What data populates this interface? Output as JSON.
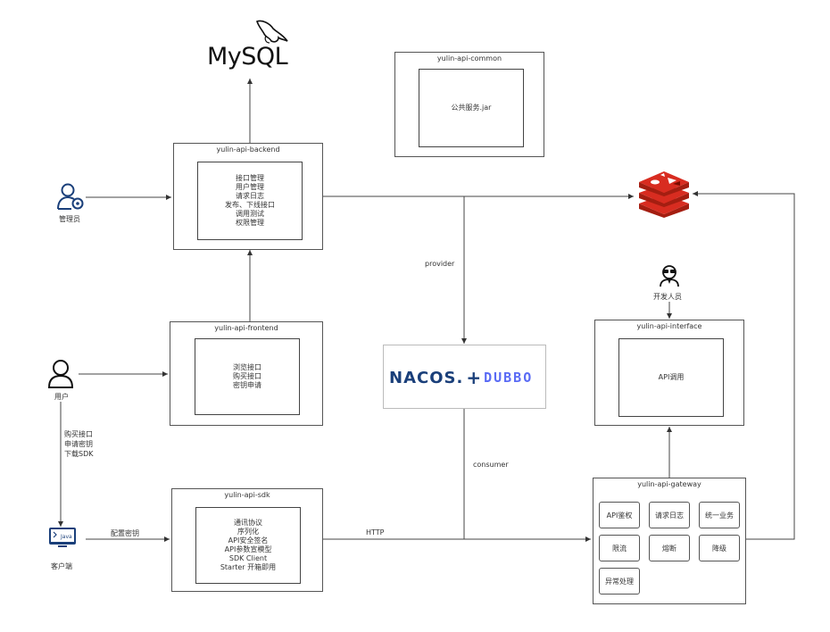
{
  "mysql_logo": {
    "text": "MySQL"
  },
  "common": {
    "title": "yulin-api-common",
    "items": [
      "公共服务.jar"
    ]
  },
  "backend": {
    "title": "yulin-api-backend",
    "items": [
      "接口管理",
      "用户管理",
      "请求日志",
      "发布、下线接口",
      "调用测试",
      "权限管理"
    ]
  },
  "frontend": {
    "title": "yulin-api-frontend",
    "items": [
      "浏览接口",
      "购买接口",
      "密钥申请"
    ]
  },
  "sdk": {
    "title": "yulin-api-sdk",
    "items": [
      "通讯协议",
      "序列化",
      "API安全签名",
      "API参数宣模型",
      "SDK Client",
      "Starter 开箱即用"
    ]
  },
  "interface": {
    "title": "yulin-api-interface",
    "items": [
      "API调用"
    ]
  },
  "gateway": {
    "title": "yulin-api-gateway",
    "chips": [
      "API鉴权",
      "请求日志",
      "统一业务",
      "限流",
      "熔断",
      "降级",
      "异常处理"
    ]
  },
  "nacos": {
    "text": "NACOS.",
    "plus": "+",
    "dubbo": "DUBBO"
  },
  "actors": {
    "admin": "管理员",
    "user": "用户",
    "client": "客户端",
    "developer": "开发人员"
  },
  "edge_labels": {
    "provider": "provider",
    "consumer": "consumer",
    "http": "HTTP",
    "config_key": "配置密钥",
    "user_steps": [
      "购买接口",
      "申请密钥",
      "下载SDK"
    ]
  },
  "colors": {
    "redis": "#d82c20",
    "nacos": "#1a3f7a",
    "dubbo": "#5a6bf5"
  }
}
